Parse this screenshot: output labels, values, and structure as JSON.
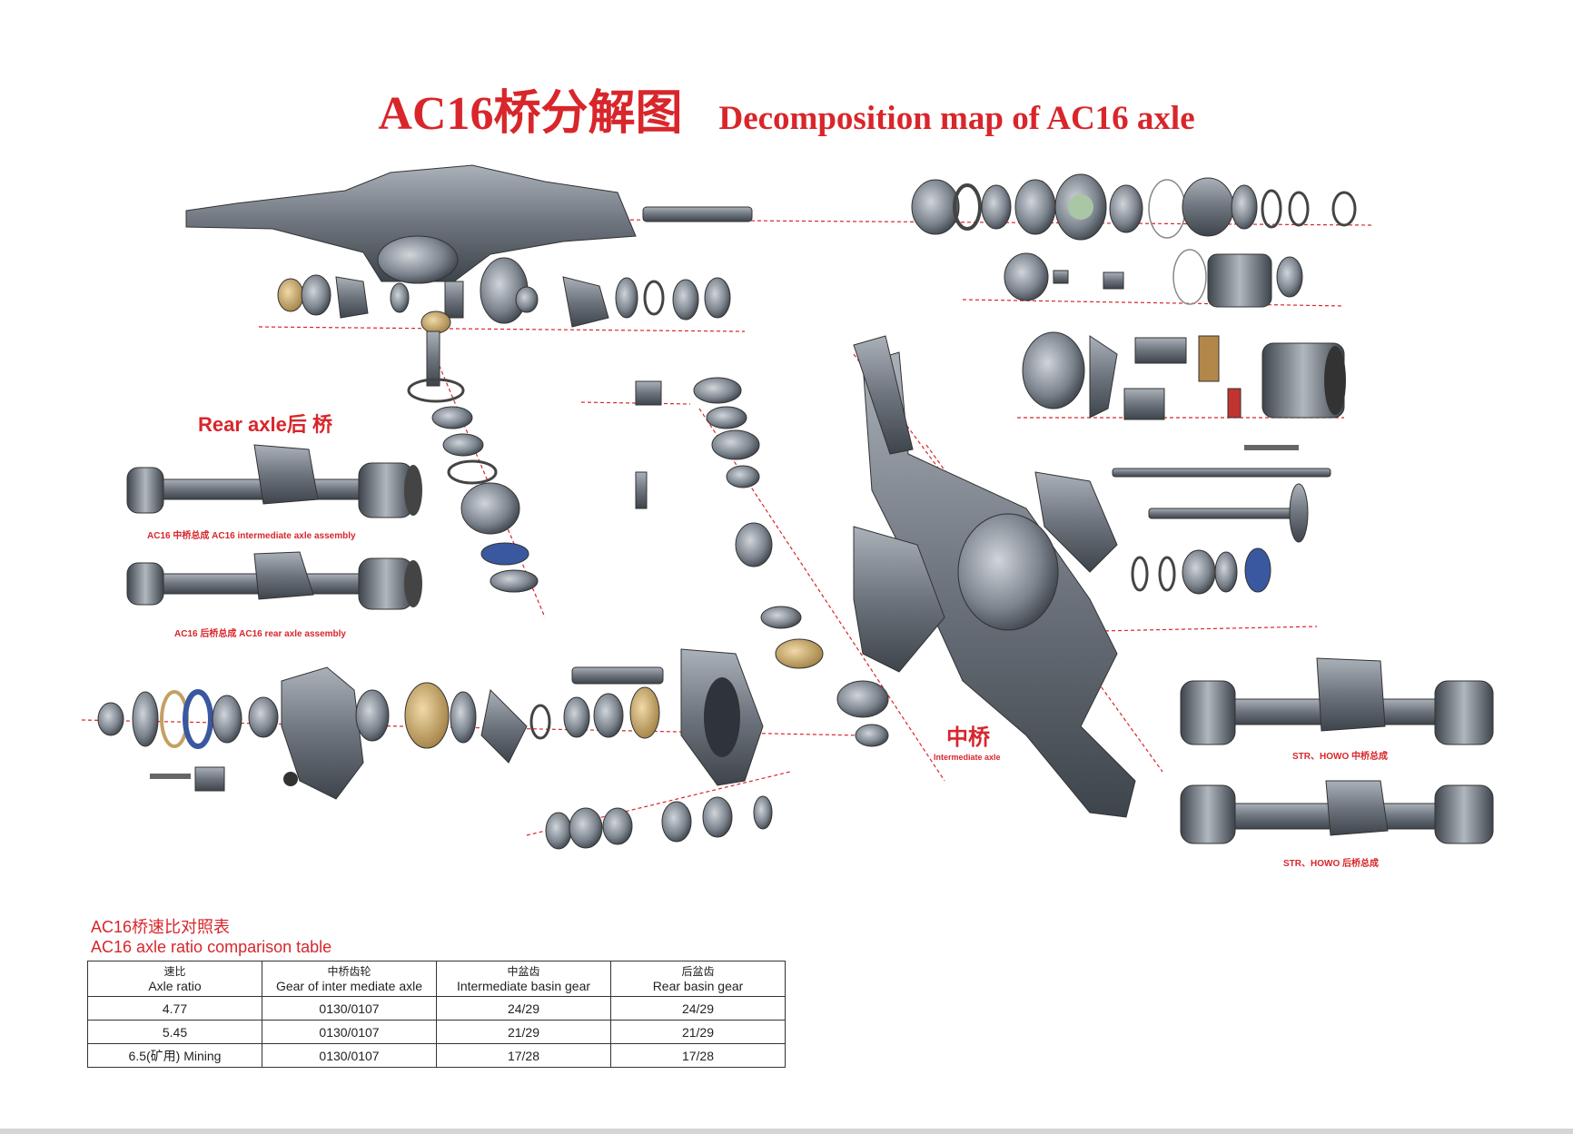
{
  "title": {
    "cn": "AC16桥分解图",
    "en": "Decomposition map of AC16 axle"
  },
  "labels": {
    "rear_axle": "Rear axle后 桥",
    "intermediate_assembly": "AC16 中桥总成 AC16 intermediate axle assembly",
    "rear_assembly": "AC16 后桥总成 AC16 rear axle assembly",
    "middle_axle_cn": "中桥",
    "middle_axle_en": "Intermediate axle",
    "str_howo_intermediate": "STR、HOWO 中桥总成",
    "str_howo_rear": "STR、HOWO 后桥总成"
  },
  "table": {
    "heading_cn": "AC16桥速比对照表",
    "heading_en": "AC16 axle ratio comparison table",
    "columns": [
      {
        "cn": "速比",
        "en": "Axle ratio"
      },
      {
        "cn": "中桥齿轮",
        "en": "Gear of inter mediate axle"
      },
      {
        "cn": "中盆齿",
        "en": "Intermediate  basin gear"
      },
      {
        "cn": "后盆齿",
        "en": "Rear basin gear"
      }
    ],
    "rows": [
      [
        "4.77",
        "0130/0107",
        "24/29",
        "24/29"
      ],
      [
        "5.45",
        "0130/0107",
        "21/29",
        "21/29"
      ],
      [
        "6.5(矿用) Mining",
        "0130/0107",
        "17/28",
        "17/28"
      ]
    ]
  },
  "colors": {
    "accent_red": "#d8262b",
    "metal_dark": "#4a5058",
    "metal_mid": "#7b838d",
    "metal_light": "#aab1b9",
    "bronze": "#c4a064",
    "gear_blue": "#4d6fb0"
  }
}
